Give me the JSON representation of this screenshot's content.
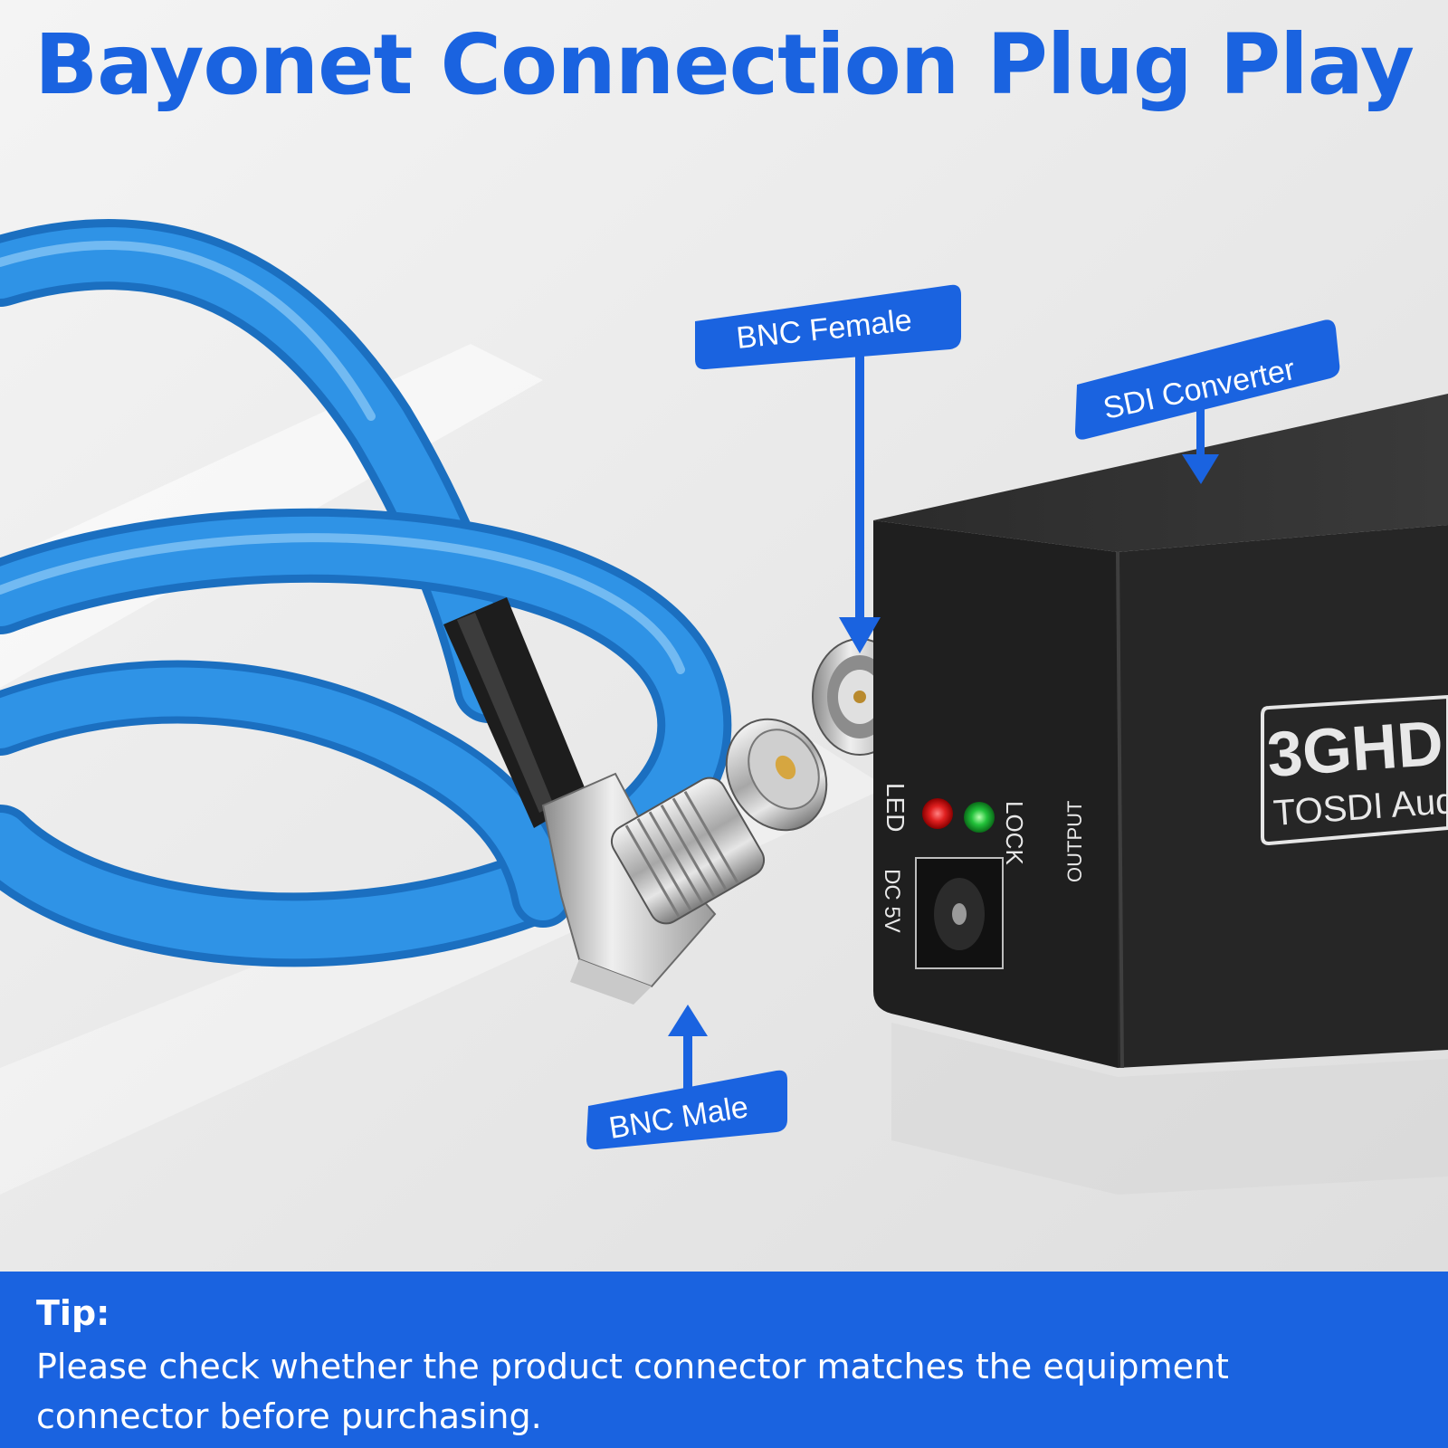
{
  "headline": "Bayonet Connection Plug Play",
  "callouts": {
    "bnc_female": "BNC Female",
    "sdi_converter": "SDI Converter",
    "bnc_male": "BNC Male"
  },
  "device": {
    "brand_line1": "3GHD",
    "brand_line2": "TOSDI Aud",
    "led": "LED",
    "lock": "LOCK",
    "dc": "DC 5V",
    "output": "OUTPUT"
  },
  "tip": {
    "title": "Tip:",
    "body": "Please check whether the product connector matches the equipment connector before purchasing."
  },
  "colors": {
    "accent": "#1a63e0",
    "cable": "#2a8fe0",
    "device": "#1f1f1f",
    "led_red": "#e02020",
    "led_green": "#22c23a"
  }
}
